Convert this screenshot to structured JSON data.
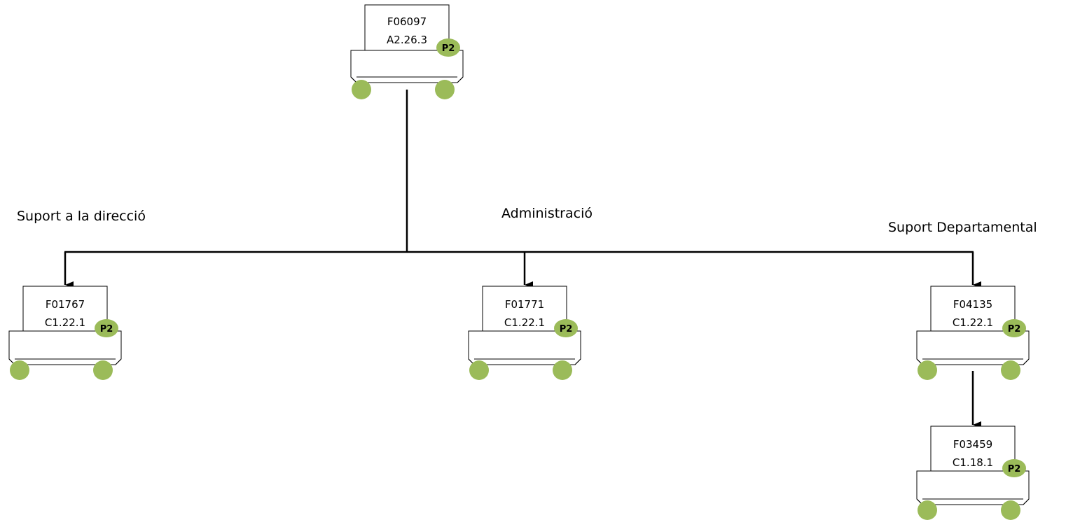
{
  "colors": {
    "line": "#000000",
    "node_fill": "#ffffff",
    "node_border": "#000000",
    "badge_fill": "#9bbb59",
    "wheel_fill": "#9bbb59"
  },
  "root": {
    "code": "F06097",
    "class": "A2.26.3",
    "badge": "P2"
  },
  "branches": [
    {
      "label": "Suport a la direcció",
      "node": {
        "code": "F01767",
        "class": "C1.22.1",
        "badge": "P2"
      }
    },
    {
      "label": "Administració",
      "node": {
        "code": "F01771",
        "class": "C1.22.1",
        "badge": "P2"
      }
    },
    {
      "label": "Suport Departamental",
      "node": {
        "code": "F04135",
        "class": "C1.22.1",
        "badge": "P2"
      },
      "child": {
        "code": "F03459",
        "class": "C1.18.1",
        "badge": "P2"
      }
    }
  ]
}
